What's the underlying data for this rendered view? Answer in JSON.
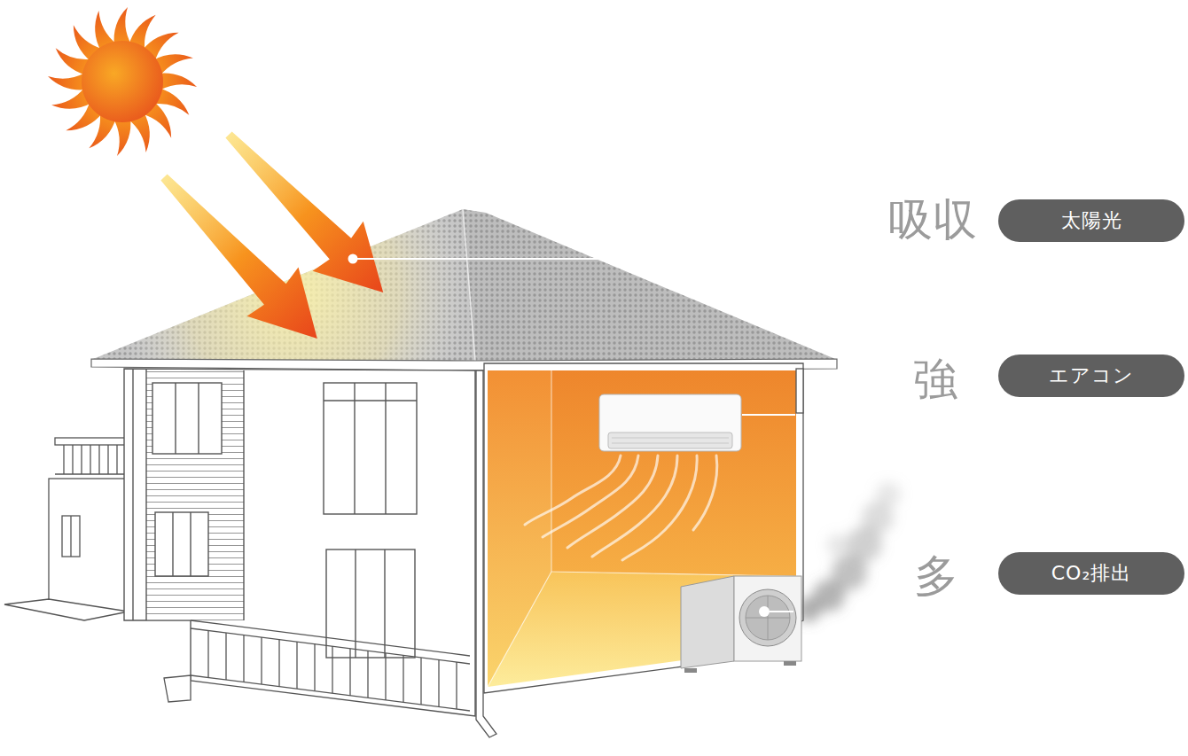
{
  "diagram": {
    "nodes": [
      {
        "text": [
          "太陽光"
        ]
      },
      {
        "text": [
          "エアコン"
        ]
      },
      {
        "text": [
          "CO₂排出"
        ]
      }
    ],
    "labels": [
      "吸収",
      "強",
      "多"
    ]
  }
}
